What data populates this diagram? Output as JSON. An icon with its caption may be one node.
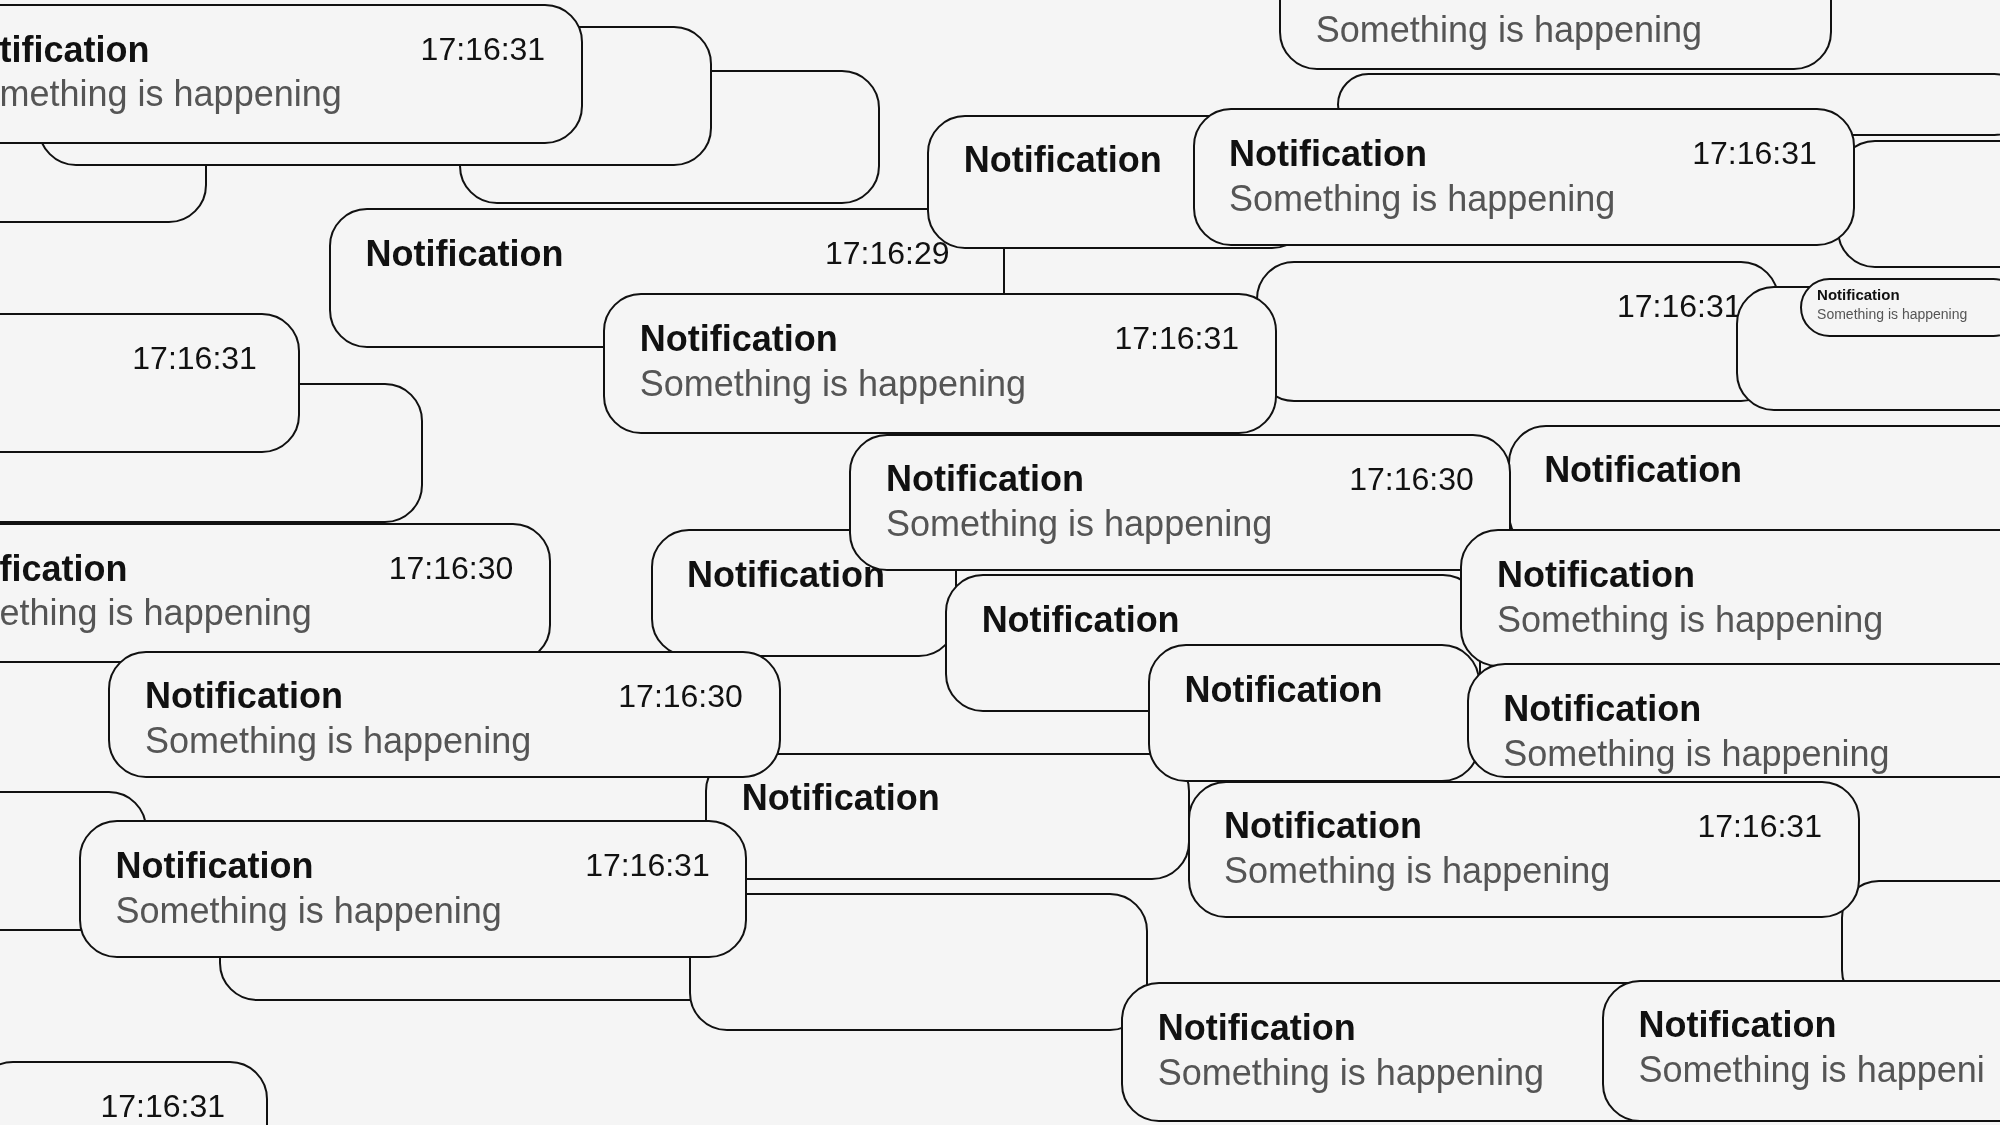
{
  "diagram": {
    "nodes": [
      {
        "text": [
          "Something is happening"
        ]
      },
      {
        "text": [
          "tification",
          "mething is happening",
          "17:16:31"
        ]
      },
      {
        "text": [
          "Notification",
          "Something is happening",
          "17:16:31"
        ]
      },
      {
        "text": [
          "Notification"
        ]
      },
      {
        "text": [
          "Notification",
          "17:16:29"
        ]
      },
      {
        "text": [
          "Notification",
          "Something is happening",
          "17:16:31"
        ]
      },
      {
        "text": [
          "Notification",
          "Something is happening"
        ]
      },
      {
        "text": [
          "17:16:31"
        ]
      },
      {
        "text": [
          "17:16:31"
        ]
      },
      {
        "text": [
          "Notification",
          "Something is happening",
          "17:16:30"
        ]
      },
      {
        "text": [
          "Notification"
        ]
      },
      {
        "text": [
          "fication",
          "ething is happening",
          "17:16:30"
        ]
      },
      {
        "text": [
          "Notification"
        ]
      },
      {
        "text": [
          "Notification",
          "Something is happening"
        ]
      },
      {
        "text": [
          "Notification"
        ]
      },
      {
        "text": [
          "Notification",
          "Something is happening",
          "17:16:30"
        ]
      },
      {
        "text": [
          "Notification"
        ]
      },
      {
        "text": [
          "Notification",
          "Something is happening"
        ]
      },
      {
        "text": [
          "Notification"
        ]
      },
      {
        "text": [
          "Notification",
          "Something is happening",
          "17:16:31"
        ]
      },
      {
        "text": [
          "Notification",
          "Something is happening",
          "17:16:31"
        ]
      },
      {
        "text": [
          "Notification",
          "Something is happening"
        ]
      },
      {
        "text": [
          "Notification",
          "Something is happeni"
        ]
      },
      {
        "text": [
          "17:16:31"
        ]
      },
      {
        "text": [],
        "shape": "box"
      },
      {
        "text": [],
        "shape": "box"
      },
      {
        "text": [],
        "shape": "box"
      },
      {
        "text": [],
        "shape": "box"
      },
      {
        "text": [],
        "shape": "box"
      },
      {
        "text": [],
        "shape": "box"
      },
      {
        "text": [],
        "shape": "box"
      },
      {
        "text": [],
        "shape": "box"
      },
      {
        "text": [],
        "shape": "box"
      },
      {
        "text": [],
        "shape": "box"
      },
      {
        "text": [],
        "shape": "box"
      }
    ]
  }
}
